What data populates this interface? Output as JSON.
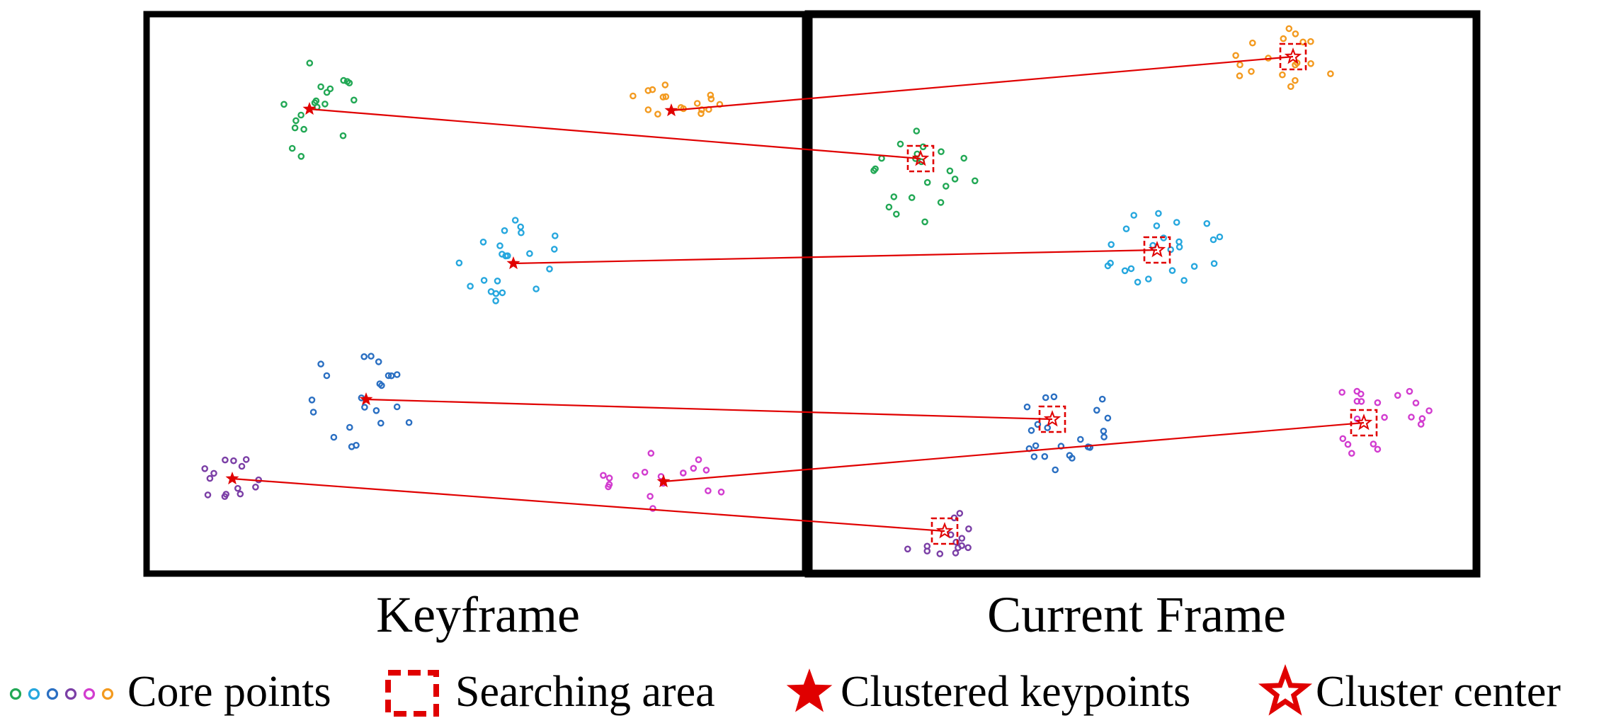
{
  "frames": {
    "left_label": "Keyframe",
    "right_label": "Current Frame"
  },
  "legend": {
    "core_points_label": "Core points",
    "searching_area_label": "Searching area",
    "clustered_keypoints_label": "Clustered keypoints",
    "cluster_center_label": "Cluster center",
    "core_point_colors": [
      "#22a855",
      "#26a7de",
      "#2a6fc2",
      "#7b3fa6",
      "#d23ccf",
      "#f39a1f"
    ]
  },
  "colors": {
    "match_line": "#e00000",
    "marker": "#e00000",
    "frame_border": "#000000"
  },
  "clusters": [
    {
      "name": "green",
      "color": "#22a855"
    },
    {
      "name": "orange",
      "color": "#f39a1f"
    },
    {
      "name": "light-blue",
      "color": "#26a7de"
    },
    {
      "name": "blue",
      "color": "#2a6fc2"
    },
    {
      "name": "purple",
      "color": "#7b3fa6"
    },
    {
      "name": "magenta",
      "color": "#d23ccf"
    }
  ]
}
